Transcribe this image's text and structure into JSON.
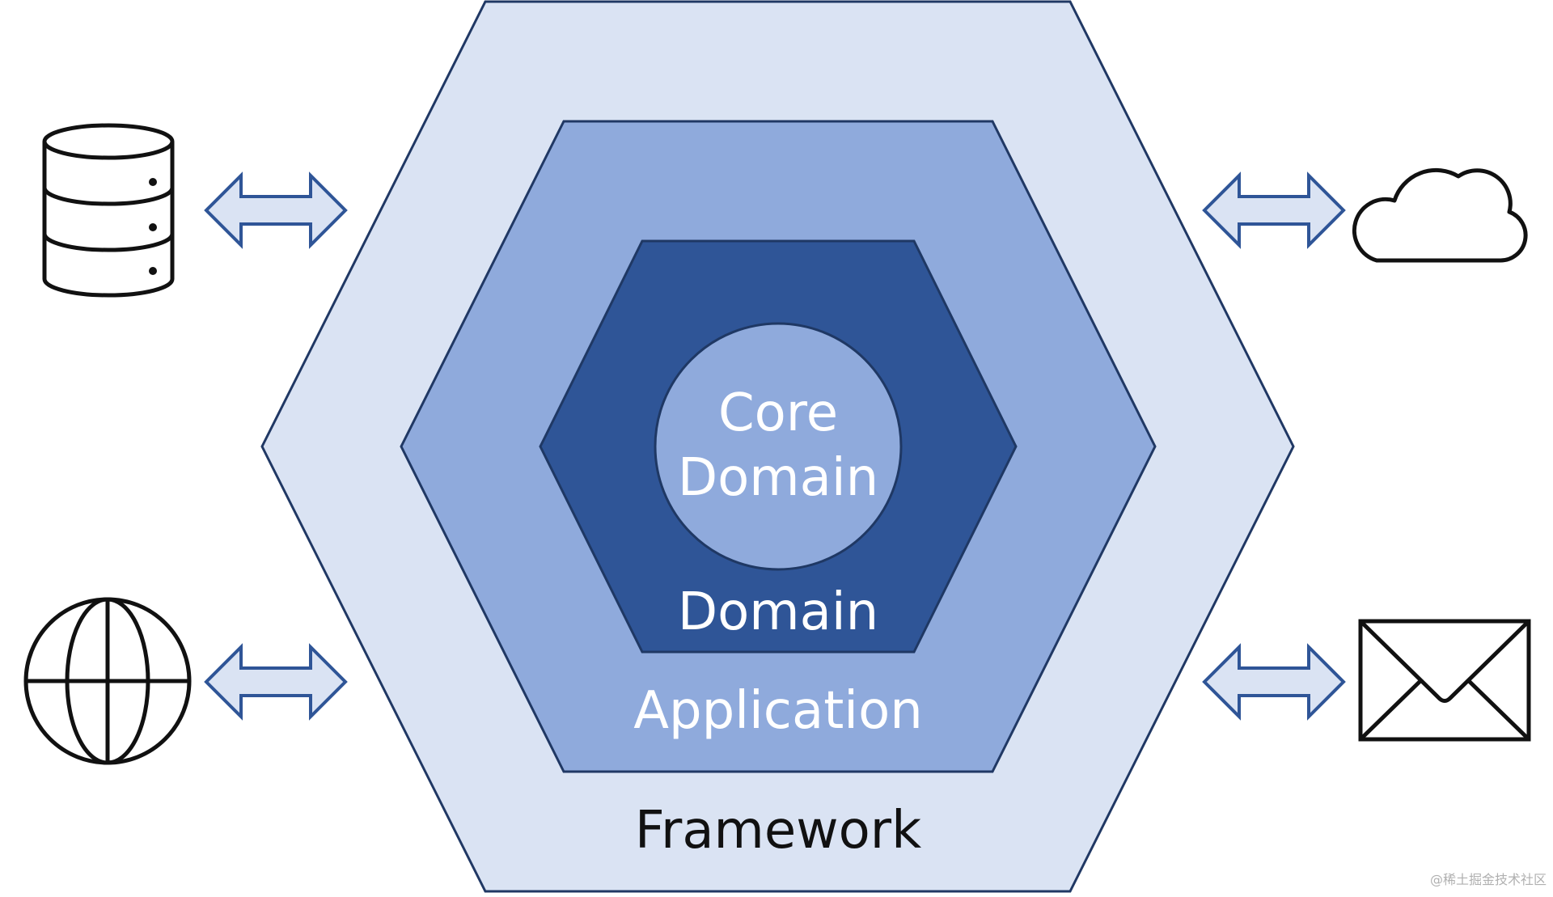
{
  "diagram": {
    "layers": {
      "framework": {
        "label": "Framework",
        "fill": "#dae3f3",
        "stroke": "#203864",
        "text_color": "#111111"
      },
      "application": {
        "label": "Application",
        "fill": "#8faadc",
        "stroke": "#203864",
        "text_color": "#ffffff"
      },
      "domain": {
        "label": "Domain",
        "fill": "#2f5597",
        "stroke": "#1f3864",
        "text_color": "#ffffff"
      },
      "core_domain": {
        "label_line1": "Core",
        "label_line2": "Domain",
        "fill": "#8faadc",
        "stroke": "#1f3864",
        "text_color": "#ffffff"
      }
    },
    "adapters": [
      {
        "name": "database",
        "icon": "database-icon",
        "side": "left"
      },
      {
        "name": "web",
        "icon": "globe-icon",
        "side": "left"
      },
      {
        "name": "cloud",
        "icon": "cloud-icon",
        "side": "right"
      },
      {
        "name": "email",
        "icon": "envelope-icon",
        "side": "right"
      }
    ],
    "arrow_style": {
      "fill": "#dae3f3",
      "stroke": "#2f5597"
    },
    "icon_stroke": "#111111"
  },
  "watermark": "@稀土掘金技术社区"
}
